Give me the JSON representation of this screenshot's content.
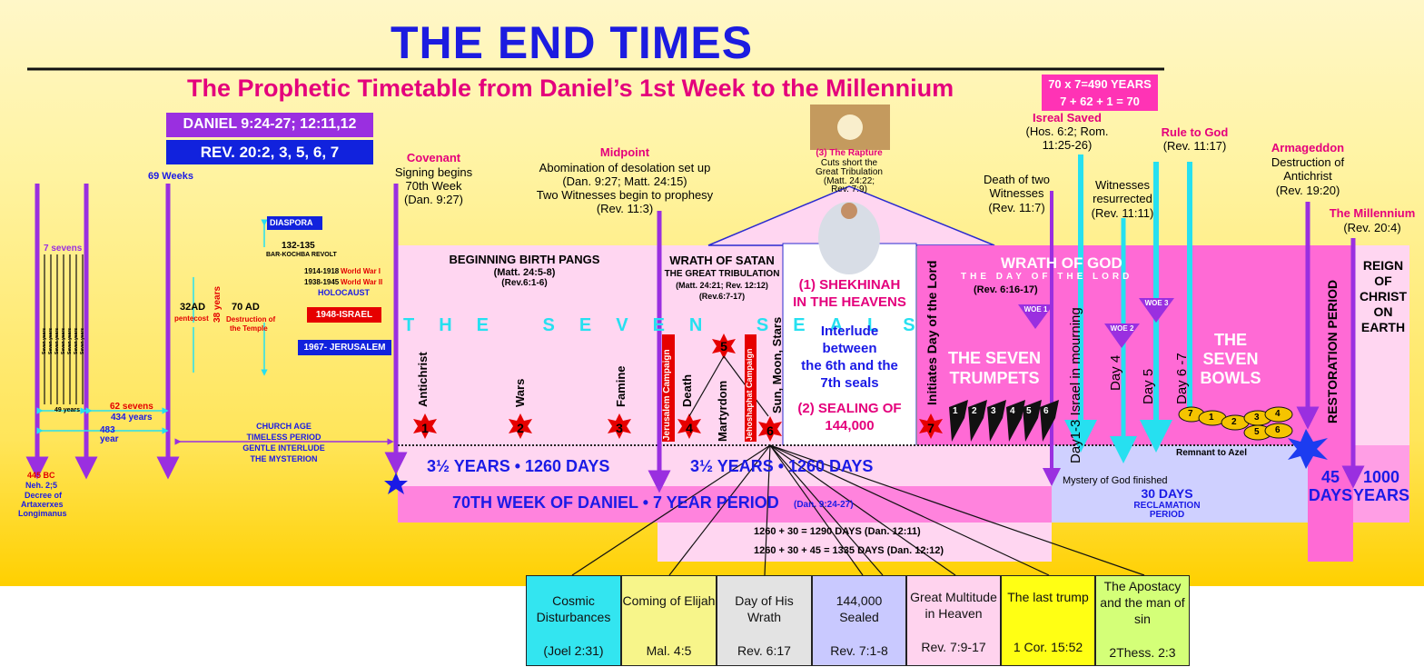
{
  "header": {
    "title": "THE END TIMES",
    "subtitle": "The Prophetic Timetable from Daniel’s 1st Week to the Millennium",
    "ref1": "DANIEL 9:24-27; 12:11,12",
    "ref2": "REV. 20:2, 3, 5, 6, 7",
    "math1": "70 x 7=490 YEARS",
    "math2": "7 + 62 + 1 = 70"
  },
  "left": {
    "sixty_nine_weeks": "69 Weeks",
    "seven_sevens": "7 sevens",
    "seven_years": "Seven years",
    "forty_nine_years": "49 years",
    "sixty_two_sevens": "62 sevens",
    "four_thirty_four_years": "434 years",
    "four_eighty_three": "483",
    "year": "year",
    "bc_445": "445 BC",
    "neh": "Neh. 2;5",
    "decree1": "Decree of",
    "decree2": "Artaxerxes",
    "decree3": "Longimanus",
    "ad32": "32AD",
    "pentecost": "pentecost",
    "thirtyeight": "38 years",
    "ad70": "70 AD",
    "destruction1": "Destruction of",
    "destruction2": "the Temple",
    "diaspora": "DIASPORA",
    "kochba1": "132-135",
    "kochba2": "BAR-KOCHBA REVOLT",
    "ww1_years": "1914-1918",
    "ww1": "World War I",
    "ww2_years": "1938-1945",
    "ww2": "World War II",
    "holocaust": "HOLOCAUST",
    "israel1948": "1948-ISRAEL",
    "jerusalem1967": "1967- JERUSALEM",
    "church1": "CHURCH AGE",
    "church2": "TIMELESS PERIOD",
    "church3": "GENTLE INTERLUDE",
    "church4": "THE MYSTERION"
  },
  "events": {
    "covenant": "Covenant",
    "covenant2": "Signing begins",
    "covenant3": "70th Week",
    "covenant4": "(Dan. 9:27)",
    "midpoint": "Midpoint",
    "midpoint2": "Abomination of desolation set up",
    "midpoint3": "(Dan. 9:27; Matt. 24:15)",
    "midpoint4": "Two Witnesses begin to prophesy",
    "midpoint5": "(Rev. 11:3)",
    "rapture1": "(3) The Rapture",
    "rapture2": "Cuts short the",
    "rapture3": "Great Tribulation",
    "rapture4": "(Matt. 24:22;",
    "rapture5": "Rev. 7:9)",
    "death_witness1": "Death of two",
    "death_witness2": "Witnesses",
    "death_witness3": "(Rev. 11:7)",
    "israel_saved": "Isreal Saved",
    "israel_saved2": "(Hos. 6:2; Rom.",
    "israel_saved3": "11:25-26)",
    "witness_res1": "Witnesses",
    "witness_res2": "resurrected",
    "witness_res3": "(Rev. 11:11)",
    "rule1": "Rule to God",
    "rule2": "(Rev. 11:17)",
    "armageddon1": "Armageddon",
    "armageddon2": "Destruction of",
    "armageddon3": "Antichrist",
    "armageddon4": "(Rev. 19:20)",
    "millennium1": "The Millennium",
    "millennium2": "(Rev. 20:4)"
  },
  "periods": {
    "birth_pangs": "BEGINNING BIRTH PANGS",
    "birth_pangs_ref": "(Matt. 24:5-8)",
    "birth_pangs_ref2": "(Rev.6:1-6)",
    "wrath_satan": "WRATH OF SATAN",
    "great_trib": "THE GREAT TRIBULATION",
    "great_trib_ref": "(Matt. 24:21; Rev. 12:12)",
    "great_trib_ref2": "(Rev.6:7-17)",
    "seven_seals": "THE SEVEN SEALS",
    "shekhinah1": "(1) SHEKHINAH",
    "shekhinah2": "IN THE HEAVENS",
    "interlude1": "Interlude",
    "interlude2": "between",
    "interlude3": "the 6th and the",
    "interlude4": "7th seals",
    "sealing1": "(2) SEALING OF",
    "sealing2": "144,000",
    "wrath_god": "WRATH OF GOD",
    "day_lord": "THE DAY OF THE LORD",
    "wrath_god_ref": "(Rev. 6:16-17)",
    "seven_trumpets1": "THE SEVEN",
    "seven_trumpets2": "TRUMPETS",
    "seven_bowls1": "THE",
    "seven_bowls2": "SEVEN",
    "seven_bowls3": "BOWLS",
    "restoration": "RESTORATION PERIOD",
    "reign1": "REIGN",
    "reign2": "OF",
    "reign3": "CHRIST",
    "reign4": "ON",
    "reign5": "EARTH",
    "initiates": "Initiates Day of the Lord",
    "mourning": "Day1-3 Israel in mourning",
    "day4": "Day 4",
    "day5": "Day 5",
    "day67": "Day 6 -7",
    "woe1": "WOE 1",
    "woe2": "WOE 2",
    "woe3": "WOE 3",
    "remnant": "Remnant to Azel",
    "mystery": "Mystery of God finished",
    "days30": "30 DAYS",
    "reclamation1": "RECLAMATION",
    "reclamation2": "PERIOD",
    "days45_1": "45",
    "days45_2": "DAYS",
    "years1000_1": "1000",
    "years1000_2": "YEARS",
    "half1": "3½ YEARS • 1260 DAYS",
    "half2": "3½ YEARS • 1260 DAYS",
    "seventieth": "70TH WEEK OF DANIEL • 7 YEAR PERIOD",
    "seventieth_ref": "(Dan. 9:24-27)",
    "days1290": "1260 + 30 = 1290 DAYS (Dan. 12:11)",
    "days1335": "1260 + 30 + 45 = 1335 DAYS (Dan. 12:12)"
  },
  "seals": [
    {
      "num": "1",
      "label": "Antichrist"
    },
    {
      "num": "2",
      "label": "Wars"
    },
    {
      "num": "3",
      "label": "Famine"
    },
    {
      "num": "4",
      "label": "Death"
    },
    {
      "num": "5",
      "label": "Martyrdom"
    },
    {
      "num": "6",
      "label": "Sun, Moon, Stars"
    },
    {
      "num": "7",
      "label": ""
    }
  ],
  "campaigns": {
    "jerusalem": "Jerusalem Campaign",
    "jehoshaphat": "Jehoshaphat Campaign"
  },
  "trumpet_nums": [
    "1",
    "2",
    "3",
    "4",
    "5",
    "6"
  ],
  "bowl_nums": [
    "7",
    "1",
    "2",
    "3",
    "4",
    "5",
    "6"
  ],
  "bottom_boxes": [
    {
      "title": "Cosmic Disturbances",
      "ref": "(Joel 2:31)",
      "color": "#33e5f0"
    },
    {
      "title": "Coming of Elijah",
      "ref": "Mal. 4:5",
      "color": "#f7f58a"
    },
    {
      "title": "Day of His Wrath",
      "ref": "Rev. 6:17",
      "color": "#e3e3e3"
    },
    {
      "title": "144,000 Sealed",
      "ref": "Rev. 7:1-8",
      "color": "#c9c9ff"
    },
    {
      "title": "Great Multitude in Heaven",
      "ref": "Rev. 7:9-17",
      "color": "#ffd3ee"
    },
    {
      "title": "The last trump",
      "ref": "1 Cor. 15:52",
      "color": "#ffff14"
    },
    {
      "title": "The Apostacy and the man of sin",
      "ref": "2Thess. 2:3",
      "color": "#d4ff78"
    }
  ],
  "colors": {
    "title_blue": "#1c1ce0",
    "magenta": "#e4007c",
    "purple": "#9a2fe0",
    "cyan": "#26e0f0",
    "light_pink": "#ffd6f1",
    "pink": "#ff6ad5"
  }
}
